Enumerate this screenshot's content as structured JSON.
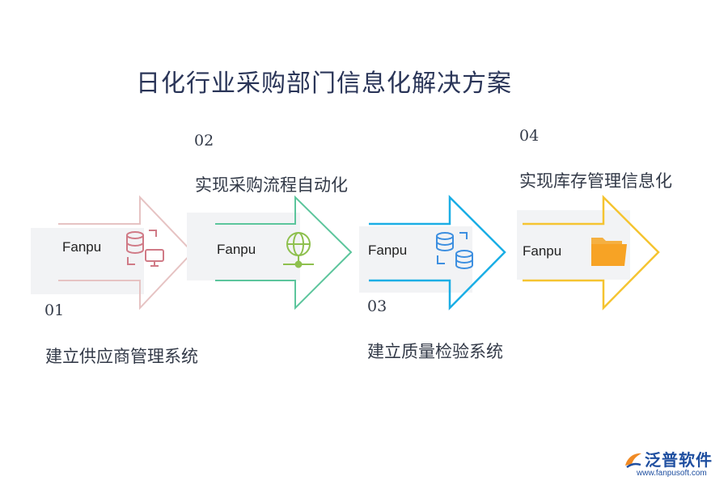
{
  "title": "日化行业采购部门信息化解决方案",
  "steps": [
    {
      "num": "01",
      "label": "建立供应商管理系统",
      "brand": "Fanpu",
      "icon": "database-monitor-icon",
      "color": "#e6c3c3",
      "icon_color": "#d07a86"
    },
    {
      "num": "02",
      "label": "实现采购流程自动化",
      "brand": "Fanpu",
      "icon": "globe-network-icon",
      "color": "#5cc59c",
      "icon_color": "#8ec04e"
    },
    {
      "num": "03",
      "label": "建立质量检验系统",
      "brand": "Fanpu",
      "icon": "database-sync-icon",
      "color": "#1aaee5",
      "icon_color": "#3d8fe0"
    },
    {
      "num": "04",
      "label": "实现库存管理信息化",
      "brand": "Fanpu",
      "icon": "folder-icon",
      "color": "#f5c431",
      "icon_color": "#f7a325"
    }
  ],
  "logo": {
    "name": "泛普软件",
    "url": "www.fanpusoft.com"
  }
}
